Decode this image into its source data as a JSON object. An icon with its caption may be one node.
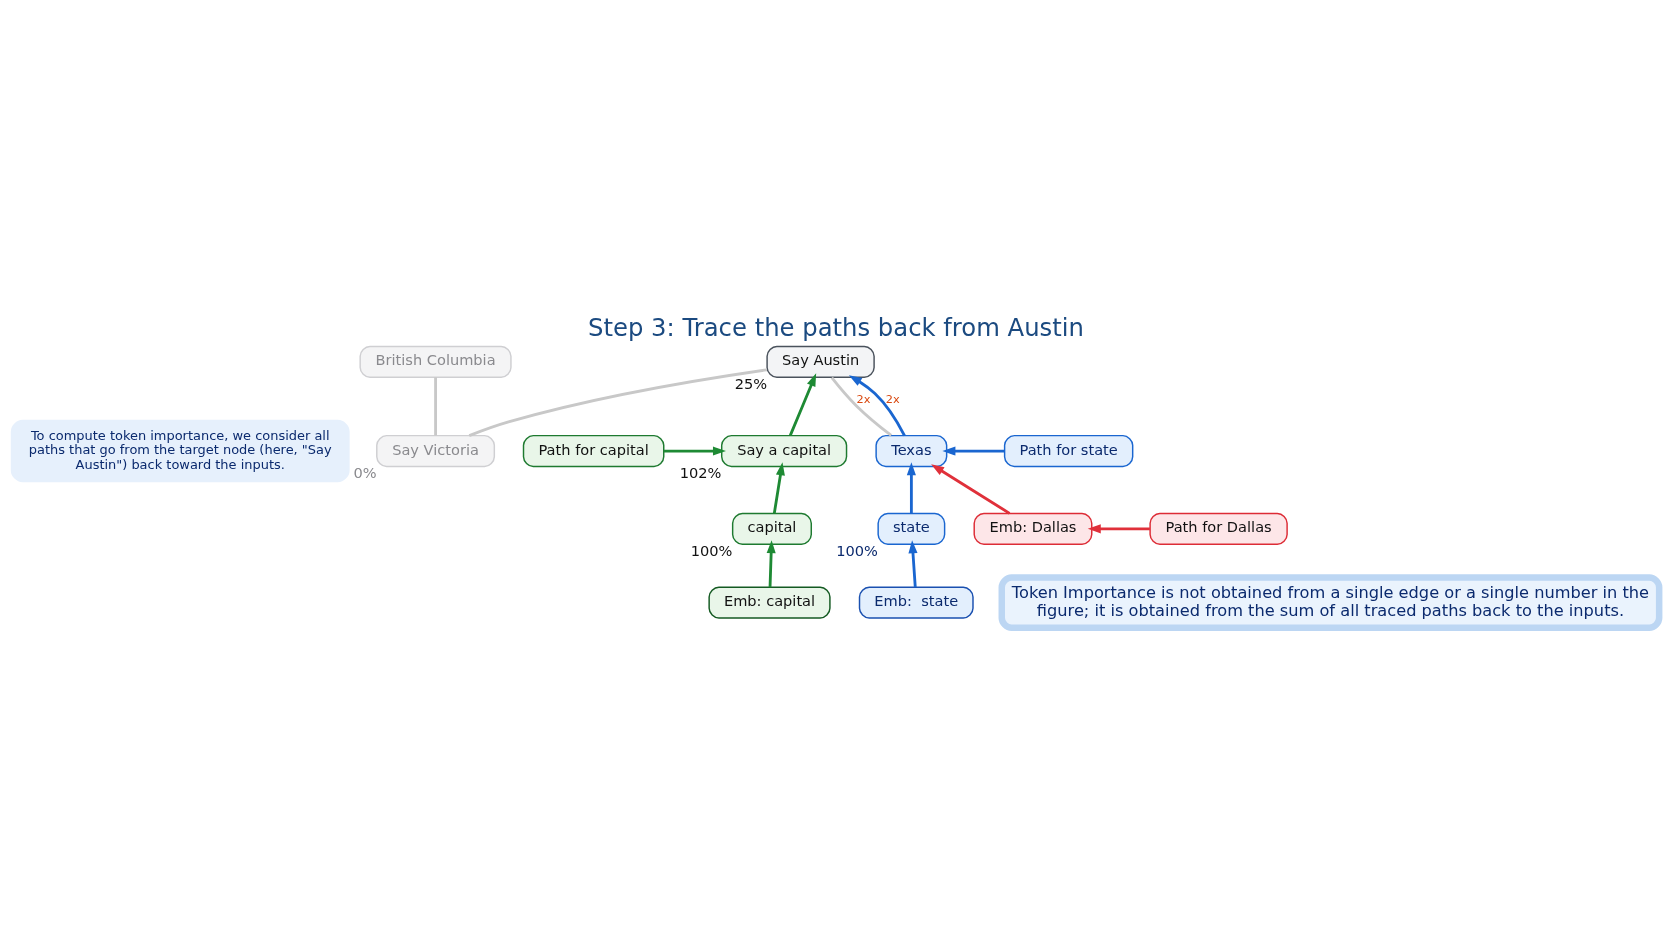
{
  "diagram": {
    "title": "Step 3: Trace the paths back from Austin",
    "nodes": [
      {
        "text": [
          "To compute token importance, we consider all paths that go from the target node (here, \"Say Austin\") back toward the inputs."
        ]
      },
      {
        "text": [
          "Say Victoria"
        ],
        "beside": [
          "0%"
        ]
      },
      {
        "text": [
          "Say Austin"
        ],
        "beside": [
          "25%"
        ]
      },
      {
        "text": [
          "British Columbia"
        ]
      },
      {
        "text": [
          "Path for capital"
        ]
      },
      {
        "text": [
          "Say a capital"
        ],
        "beside": [
          "102%"
        ]
      },
      {
        "text": [
          "Path for state"
        ]
      },
      {
        "text": [
          "Texas"
        ]
      },
      {
        "text": [
          "Path for Dallas"
        ]
      },
      {
        "text": [
          "capital"
        ],
        "beside": [
          "100%"
        ]
      },
      {
        "text": [
          "state"
        ],
        "beside": [
          "100%"
        ]
      },
      {
        "text": [
          "Emb: capital"
        ]
      },
      {
        "text": [
          "Emb:  state"
        ]
      },
      {
        "text": [
          "Emb: Dallas"
        ]
      },
      {
        "text": [
          "Token Importance is not obtained from a single edge or a single number in the figure; it is obtained from the sum of all traced paths back to the inputs."
        ]
      }
    ],
    "edges": [
      {
        "from": 2,
        "to": 1,
        "arrow": "none",
        "color": "#c8c8c8"
      },
      {
        "from": 1,
        "to": 3,
        "arrow": "none",
        "color": "#c8c8c8"
      },
      {
        "from": 7,
        "to": 2,
        "arrow": "none",
        "label": "2x",
        "color": "#c8c8c8"
      },
      {
        "from": 5,
        "to": 2,
        "arrow": "to",
        "color": "#1e8a34"
      },
      {
        "from": 7,
        "to": 2,
        "arrow": "to",
        "label": "2x",
        "color": "#1a66d0"
      },
      {
        "from": 4,
        "to": 5,
        "arrow": "to",
        "color": "#1e8a34"
      },
      {
        "from": 6,
        "to": 7,
        "arrow": "to",
        "color": "#1a66d0"
      },
      {
        "from": 9,
        "to": 5,
        "arrow": "to",
        "color": "#1e8a34"
      },
      {
        "from": 10,
        "to": 7,
        "arrow": "to",
        "color": "#1a66d0"
      },
      {
        "from": 13,
        "to": 7,
        "arrow": "to",
        "color": "#e0303a"
      },
      {
        "from": 8,
        "to": 13,
        "arrow": "to",
        "color": "#e0303a"
      },
      {
        "from": 11,
        "to": 9,
        "arrow": "to",
        "color": "#1e8a34"
      },
      {
        "from": 12,
        "to": 10,
        "arrow": "to",
        "color": "#1a66d0"
      }
    ]
  }
}
